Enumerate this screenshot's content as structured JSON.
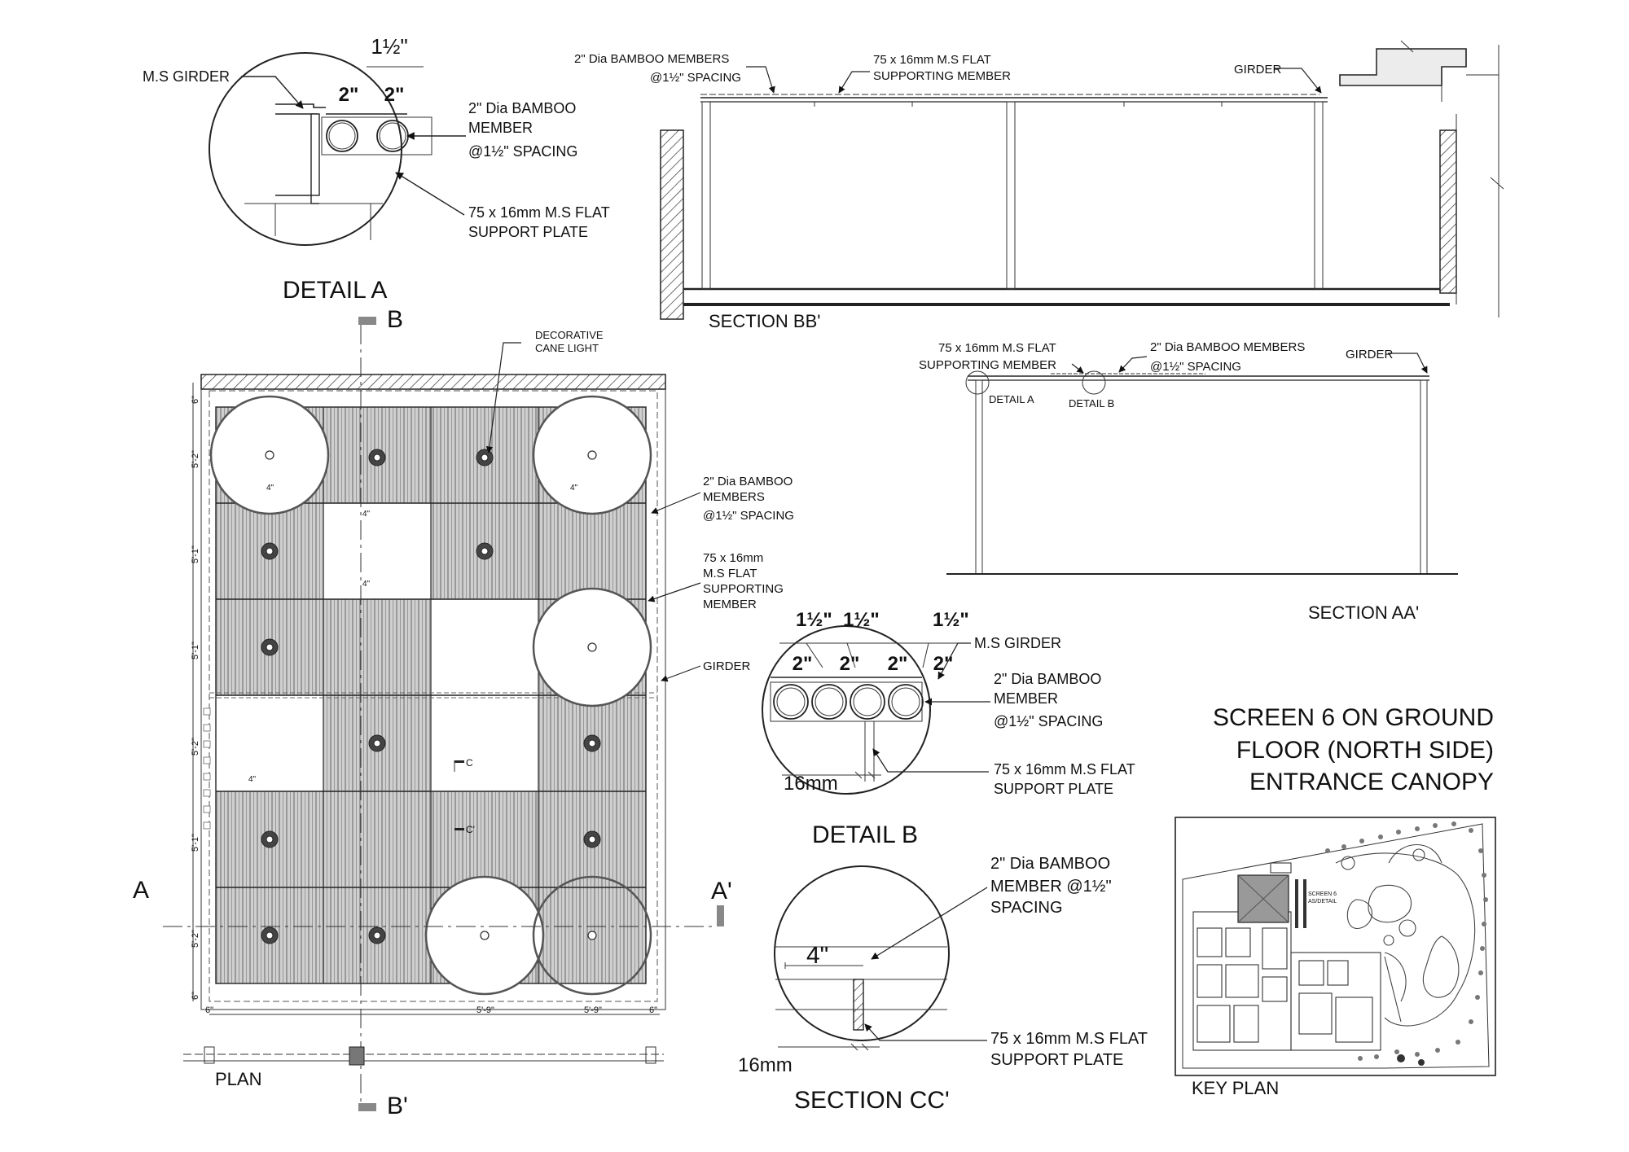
{
  "detail_a": {
    "title": "DETAIL A",
    "dim_top": "1½\"",
    "dim_2a": "2\"",
    "dim_2b": "2\"",
    "girder_label": "M.S GIRDER",
    "bamboo_label_1": "2\" Dia BAMBOO",
    "bamboo_label_2": "MEMBER",
    "bamboo_label_3": "@1½\" SPACING",
    "plate_label_1": "75 x 16mm M.S FLAT",
    "plate_label_2": "SUPPORT PLATE"
  },
  "section_bb": {
    "title": "SECTION BB'",
    "bamboo_1": "2\" Dia BAMBOO MEMBERS",
    "bamboo_2": "@1½\" SPACING",
    "flat_1": "75 x 16mm M.S FLAT",
    "flat_2": "SUPPORTING MEMBER",
    "girder": "GIRDER"
  },
  "section_aa": {
    "title": "SECTION AA'",
    "flat_1": "75 x 16mm M.S FLAT",
    "flat_2": "SUPPORTING MEMBER",
    "bamboo_1": "2\" Dia BAMBOO MEMBERS",
    "bamboo_2": "@1½\" SPACING",
    "girder": "GIRDER",
    "detail_a_tag": "DETAIL A",
    "detail_b_tag": "DETAIL B"
  },
  "plan": {
    "title": "PLAN",
    "cut_b": "B",
    "cut_b2": "B'",
    "cut_a": "A",
    "cut_a2": "A'",
    "cut_c": "C",
    "cut_c2": "C'",
    "cane_1": "DECORATIVE",
    "cane_2": "CANE LIGHT",
    "bamboo_1": "2\" Dia BAMBOO",
    "bamboo_2": "MEMBERS",
    "bamboo_3": "@1½\" SPACING",
    "flat_1": "75 x 16mm",
    "flat_2": "M.S FLAT",
    "flat_3": "SUPPORTING",
    "flat_4": "MEMBER",
    "girder": "GIRDER",
    "dims_left": [
      "6\"",
      "5'-2\"",
      "5'-1\"",
      "5'-1\"",
      "5'-2\"",
      "5'-1\"",
      "5'-2\"",
      "6\""
    ],
    "dims_bottom": [
      "6\"",
      "5'-9\"",
      "5'-9\"",
      "6\""
    ],
    "gap": "4\""
  },
  "detail_b": {
    "title": "DETAIL B",
    "sp1": "1½\"",
    "sp2": "1½\"",
    "sp3": "1½\"",
    "d1": "2\"",
    "d2": "2\"",
    "d3": "2\"",
    "d4": "2\"",
    "girder": "M.S GIRDER",
    "bamboo_1": "2\" Dia BAMBOO",
    "bamboo_2": "MEMBER",
    "bamboo_3": "@1½\" SPACING",
    "plate_1": "75 x 16mm M.S FLAT",
    "plate_2": "SUPPORT PLATE",
    "thick": "16mm"
  },
  "section_cc": {
    "title": "SECTION CC'",
    "gap": "4\"",
    "thick": "16mm",
    "bamboo_1": "2\" Dia BAMBOO",
    "bamboo_2": "MEMBER @1½\"",
    "bamboo_3": "SPACING",
    "plate_1": "75 x 16mm M.S FLAT",
    "plate_2": "SUPPORT PLATE"
  },
  "sheet_title": {
    "line1": "SCREEN 6 ON GROUND",
    "line2": "FLOOR (NORTH SIDE)",
    "line3": "ENTRANCE CANOPY"
  },
  "key_plan": {
    "title": "KEY PLAN",
    "tag_1": "SCREEN 6",
    "tag_2": "AS/DETAIL"
  }
}
